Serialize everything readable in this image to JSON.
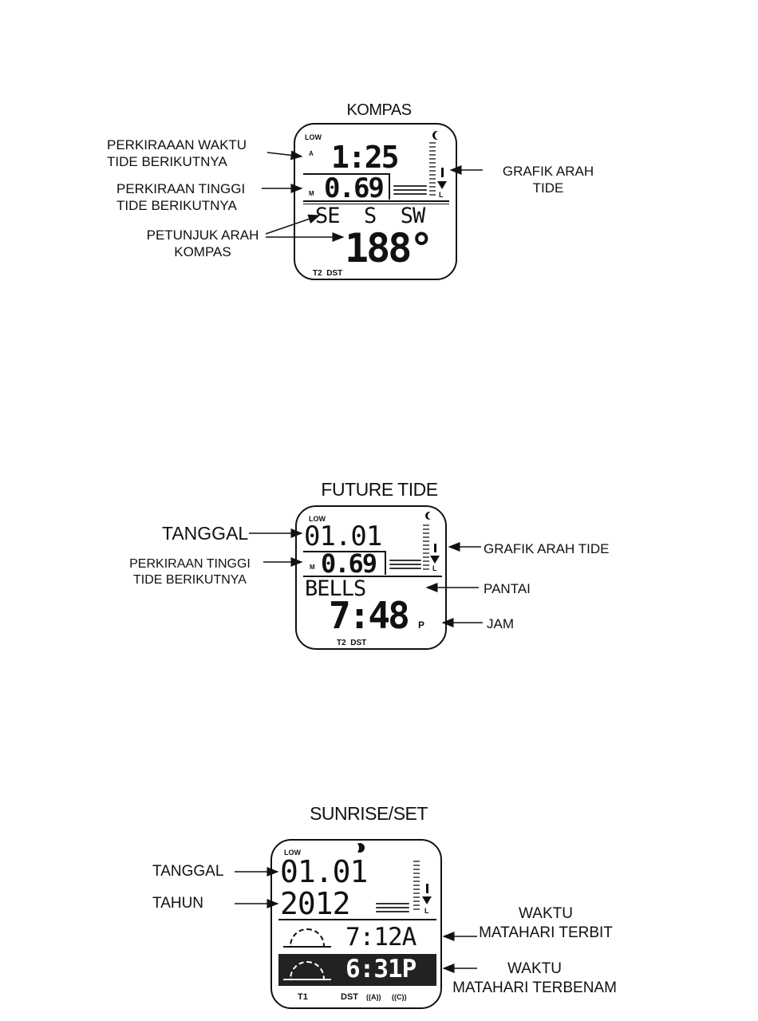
{
  "panels": [
    {
      "title": "KOMPAS",
      "labels": {
        "tide_time": "PERKIRAAAN WAKTU\nTIDE BERIKUTNYA",
        "tide_height": "PERKIRAAN TINGGI\nTIDE BERIKUTNYA",
        "compass_dir": "PETUNJUK ARAH\nKOMPAS",
        "tide_graph": "GRAFIK ARAH\nTIDE"
      },
      "lcd": {
        "low": "LOW",
        "ampm": "A",
        "time": "1:25",
        "unit": "M",
        "height": "0.69",
        "directions": "SE  S  SW",
        "degrees": "188°",
        "scale_mark": "L",
        "footer": "T2  DST"
      }
    },
    {
      "title": "FUTURE TIDE",
      "labels": {
        "date": "TANGGAL",
        "tide_height": "PERKIRAAN TINGGI\nTIDE BERIKUTNYA",
        "tide_graph": "GRAFIK ARAH TIDE",
        "beach": "PANTAI",
        "clock": "JAM"
      },
      "lcd": {
        "low": "LOW",
        "date": "01.01",
        "unit": "M",
        "height": "0.69",
        "beach": "BELLS",
        "time": "7:48",
        "ampm": "P",
        "scale_mark": "L",
        "footer": "T2  DST"
      }
    },
    {
      "title": "SUNRISE/SET",
      "labels": {
        "date": "TANGGAL",
        "year": "TAHUN",
        "sunrise": "WAKTU\nMATAHARI TERBIT",
        "sunset": "WAKTU\nMATAHARI TERBENAM"
      },
      "lcd": {
        "low": "LOW",
        "date": "01.01",
        "year": "2012",
        "sunrise": "7:12A",
        "sunset": "6:31P",
        "scale_mark": "L",
        "footer_left": "T1",
        "footer_mid": "DST",
        "footer_alarm": "((A))",
        "footer_chrono": "((C))"
      }
    }
  ]
}
